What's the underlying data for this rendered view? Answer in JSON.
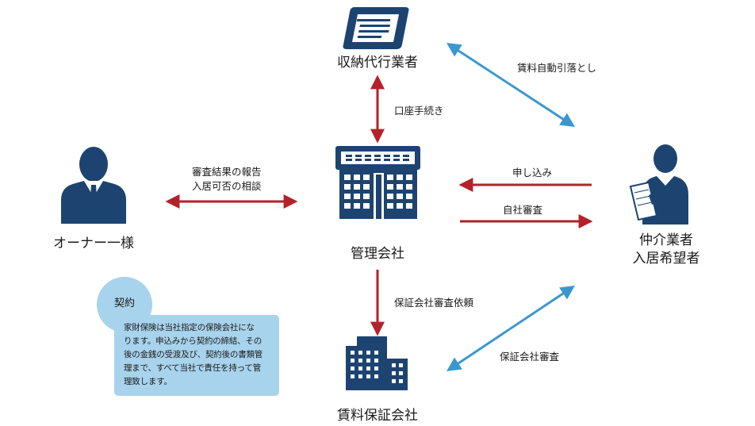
{
  "nodes": {
    "collection_agent": "収納代行業者",
    "owner": "オーナー一様",
    "management_company": "管理会社",
    "broker_line1": "仲介業者",
    "broker_line2": "入居希望者",
    "guarantee_company": "賃料保証会社"
  },
  "edges": {
    "auto_debit": "賃料自動引落とし",
    "account_procedure": "口座手続き",
    "report_line1": "審査結果の報告",
    "report_line2": "入居可否の相談",
    "application": "申し込み",
    "internal_review": "自社審査",
    "guarantee_request": "保証会社審査依頼",
    "guarantee_review": "保証会社審査"
  },
  "note": {
    "badge": "契約",
    "lines": [
      "家財保険は当社指定の保険会社にな",
      "ります。申込みから契約の締結、その",
      "後の金銭の受渡及び、契約後の書類管",
      "理まで、すべて当社で責任を持って管",
      "理致します。"
    ]
  },
  "colors": {
    "icon_navy": "#1d4470",
    "arrow_red": "#b3222a",
    "arrow_blue": "#3b98cf",
    "note_blue": "#a8d3ec"
  }
}
